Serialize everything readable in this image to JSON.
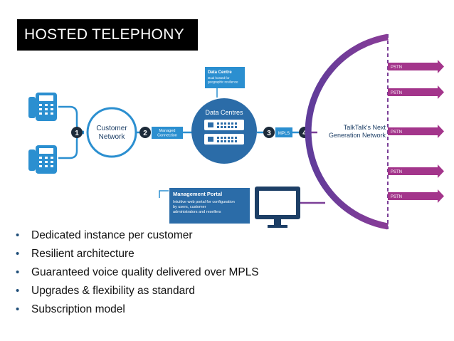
{
  "title": "HOSTED TELEPHONY",
  "diagram": {
    "customer_network": "Customer Network",
    "managed_connection": "Managed Connection",
    "data_centres": "Data Centres",
    "data_centre_callout_title": "Data Centre",
    "data_centre_callout_body": "Dual hosted for geographic resilience",
    "mpls": "MPLS",
    "network": "TalkTalk's Next Generation Network",
    "pstn": [
      "PSTN",
      "PSTN",
      "PSTN",
      "PSTN",
      "PSTN"
    ],
    "steps": [
      "1",
      "2",
      "3",
      "4"
    ],
    "portal_title": "Management Portal",
    "portal_body": "Intuitive web portal for configuration by users, customer administrators and resellers"
  },
  "colors": {
    "blue": "#2b7db8",
    "dark_blue": "#1f5d92",
    "purple": "#7b3f97",
    "magenta": "#b0358d",
    "navy": "#1d3f66"
  },
  "bullets": [
    "Dedicated instance per customer",
    "Resilient architecture",
    "Guaranteed voice quality delivered over MPLS",
    "Upgrades & flexibility as standard",
    "Subscription model"
  ]
}
